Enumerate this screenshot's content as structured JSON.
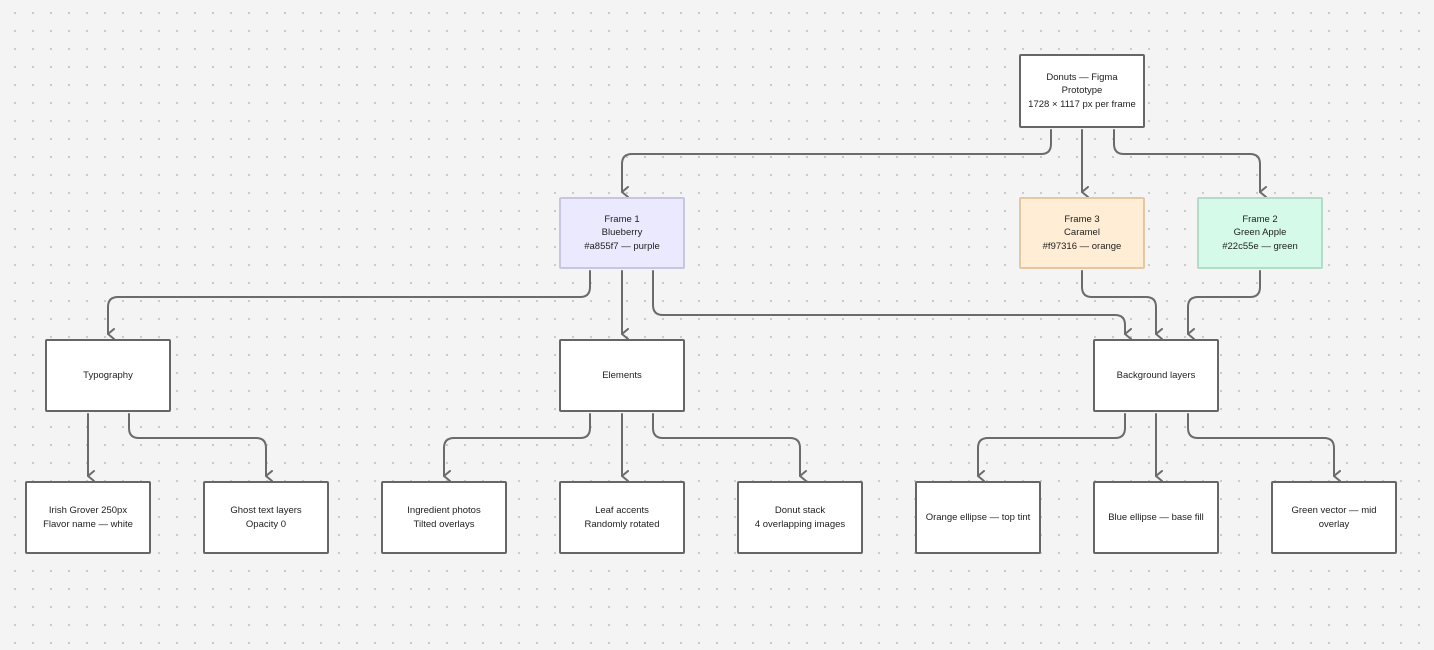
{
  "diagram": {
    "root": {
      "lines": [
        "Donuts — Figma",
        "Prototype",
        "1728 × 1117 px per frame"
      ]
    },
    "frame1": {
      "lines": [
        "Frame 1",
        "Blueberry",
        "#a855f7 — purple"
      ],
      "fill": "#ebe9fd"
    },
    "frame3": {
      "lines": [
        "Frame 3",
        "Caramel",
        "#f97316 — orange"
      ],
      "fill": "#ffedd5"
    },
    "frame2": {
      "lines": [
        "Frame 2",
        "Green Apple",
        "#22c55e — green"
      ],
      "fill": "#d6faea"
    },
    "typography": {
      "lines": [
        "Typography"
      ]
    },
    "elements": {
      "lines": [
        "Elements"
      ]
    },
    "background_layers": {
      "lines": [
        "Background layers"
      ]
    },
    "irish_grover": {
      "lines": [
        "Irish Grover 250px",
        "Flavor name — white"
      ]
    },
    "ghost_text": {
      "lines": [
        "Ghost text layers",
        "Opacity 0"
      ]
    },
    "ingredient_photos": {
      "lines": [
        "Ingredient photos",
        "Tilted overlays"
      ]
    },
    "leaf_accents": {
      "lines": [
        "Leaf accents",
        "Randomly rotated"
      ]
    },
    "donut_stack": {
      "lines": [
        "Donut stack",
        "4 overlapping images"
      ]
    },
    "orange_ellipse": {
      "lines": [
        "Orange ellipse — top tint"
      ]
    },
    "blue_ellipse": {
      "lines": [
        "Blue ellipse — base fill"
      ]
    },
    "green_vector": {
      "lines": [
        "Green vector — mid",
        "overlay"
      ]
    },
    "edges": [
      [
        "root",
        "frame1"
      ],
      [
        "root",
        "frame3"
      ],
      [
        "root",
        "frame2"
      ],
      [
        "frame1",
        "typography"
      ],
      [
        "frame1",
        "elements"
      ],
      [
        "frame1",
        "background_layers"
      ],
      [
        "frame3",
        "background_layers"
      ],
      [
        "frame2",
        "background_layers"
      ],
      [
        "typography",
        "irish_grover"
      ],
      [
        "typography",
        "ghost_text"
      ],
      [
        "elements",
        "ingredient_photos"
      ],
      [
        "elements",
        "leaf_accents"
      ],
      [
        "elements",
        "donut_stack"
      ],
      [
        "background_layers",
        "orange_ellipse"
      ],
      [
        "background_layers",
        "blue_ellipse"
      ],
      [
        "background_layers",
        "green_vector"
      ]
    ]
  },
  "colors": {
    "canvas": "#f4f4f4",
    "node_border": "#666666",
    "connector": "#6b6b6b",
    "frame1_fill": "#ebe9fd",
    "frame3_fill": "#ffedd5",
    "frame2_fill": "#d6faea"
  }
}
